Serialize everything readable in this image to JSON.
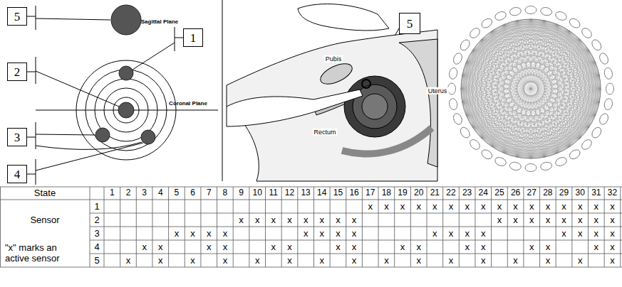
{
  "diagram": {
    "nodes": [
      {
        "text": [
          "5"
        ]
      },
      {
        "text": [
          "1"
        ]
      },
      {
        "text": [
          "2"
        ]
      },
      {
        "text": [
          "3"
        ]
      },
      {
        "text": [
          "4"
        ]
      },
      {
        "text": [
          "5"
        ]
      }
    ],
    "labels": [
      "Sagittal Plane",
      "Coronal Plane",
      "Pubis",
      "Uterus",
      "Rectum",
      "State",
      "1",
      "2",
      "3",
      "4",
      "5",
      "6",
      "7",
      "8",
      "9",
      "10",
      "11",
      "12",
      "13",
      "14",
      "15",
      "16",
      "17",
      "18",
      "19",
      "20",
      "21",
      "22",
      "23",
      "24",
      "25",
      "26",
      "27",
      "28",
      "29",
      "30",
      "31",
      "32",
      "Sensor",
      "\"x\" marks an active sensor",
      "1",
      "x",
      "x",
      "x",
      "x",
      "x",
      "x",
      "x",
      "x",
      "x",
      "x",
      "x",
      "x",
      "x",
      "x",
      "x",
      "x",
      "2",
      "x",
      "x",
      "x",
      "x",
      "x",
      "x",
      "x",
      "x",
      "x",
      "x",
      "x",
      "x",
      "x",
      "x",
      "x",
      "x",
      "3",
      "x",
      "x",
      "x",
      "x",
      "x",
      "x",
      "x",
      "x",
      "x",
      "x",
      "x",
      "x",
      "x",
      "x",
      "x",
      "x",
      "4",
      "x",
      "x",
      "x",
      "x",
      "x",
      "x",
      "x",
      "x",
      "x",
      "x",
      "x",
      "x",
      "x",
      "x",
      "x",
      "x",
      "5",
      "x",
      "x",
      "x",
      "x",
      "x",
      "x",
      "x",
      "x",
      "x",
      "x",
      "x",
      "x",
      "x",
      "x",
      "x",
      "x"
    ]
  }
}
